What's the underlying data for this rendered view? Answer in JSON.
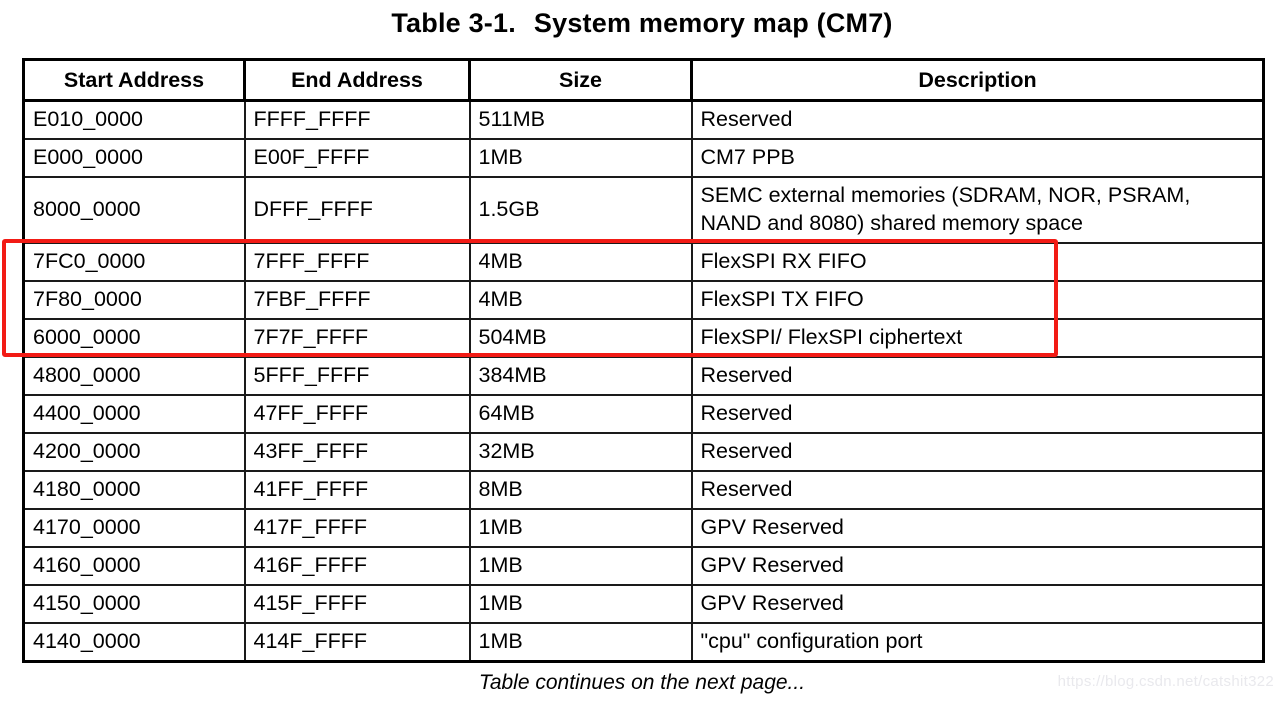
{
  "page": {
    "caption_label": "Table 3-1.",
    "caption_title": "System memory map (CM7)",
    "continuation_note": "Table continues on the next page...",
    "watermark": "https://blog.csdn.net/catshit322"
  },
  "colors": {
    "highlight_box": "#f21b15",
    "table_border": "#000000",
    "text": "#000000",
    "watermark_text": "#e9e9ed"
  },
  "table": {
    "headers": [
      "Start Address",
      "End Address",
      "Size",
      "Description"
    ],
    "rows": [
      {
        "start": "E010_0000",
        "end": "FFFF_FFFF",
        "size": "511MB",
        "description": "Reserved",
        "highlight": false
      },
      {
        "start": "E000_0000",
        "end": "E00F_FFFF",
        "size": "1MB",
        "description": "CM7 PPB",
        "highlight": false
      },
      {
        "start": "8000_0000",
        "end": "DFFF_FFFF",
        "size": "1.5GB",
        "description": "SEMC external memories (SDRAM, NOR, PSRAM,\nNAND and 8080) shared memory space",
        "highlight": false
      },
      {
        "start": "7FC0_0000",
        "end": "7FFF_FFFF",
        "size": "4MB",
        "description": "FlexSPI RX FIFO",
        "highlight": true
      },
      {
        "start": "7F80_0000",
        "end": "7FBF_FFFF",
        "size": "4MB",
        "description": "FlexSPI TX FIFO",
        "highlight": true
      },
      {
        "start": "6000_0000",
        "end": "7F7F_FFFF",
        "size": "504MB",
        "description": "FlexSPI/ FlexSPI ciphertext",
        "highlight": true
      },
      {
        "start": "4800_0000",
        "end": "5FFF_FFFF",
        "size": "384MB",
        "description": "Reserved",
        "highlight": false
      },
      {
        "start": "4400_0000",
        "end": "47FF_FFFF",
        "size": "64MB",
        "description": "Reserved",
        "highlight": false
      },
      {
        "start": "4200_0000",
        "end": "43FF_FFFF",
        "size": "32MB",
        "description": "Reserved",
        "highlight": false
      },
      {
        "start": "4180_0000",
        "end": "41FF_FFFF",
        "size": "8MB",
        "description": "Reserved",
        "highlight": false
      },
      {
        "start": "4170_0000",
        "end": "417F_FFFF",
        "size": "1MB",
        "description": "GPV Reserved",
        "highlight": false
      },
      {
        "start": "4160_0000",
        "end": "416F_FFFF",
        "size": "1MB",
        "description": "GPV Reserved",
        "highlight": false
      },
      {
        "start": "4150_0000",
        "end": "415F_FFFF",
        "size": "1MB",
        "description": "GPV Reserved",
        "highlight": false
      },
      {
        "start": "4140_0000",
        "end": "414F_FFFF",
        "size": "1MB",
        "description": "\"cpu\" configuration port",
        "highlight": false
      }
    ]
  }
}
